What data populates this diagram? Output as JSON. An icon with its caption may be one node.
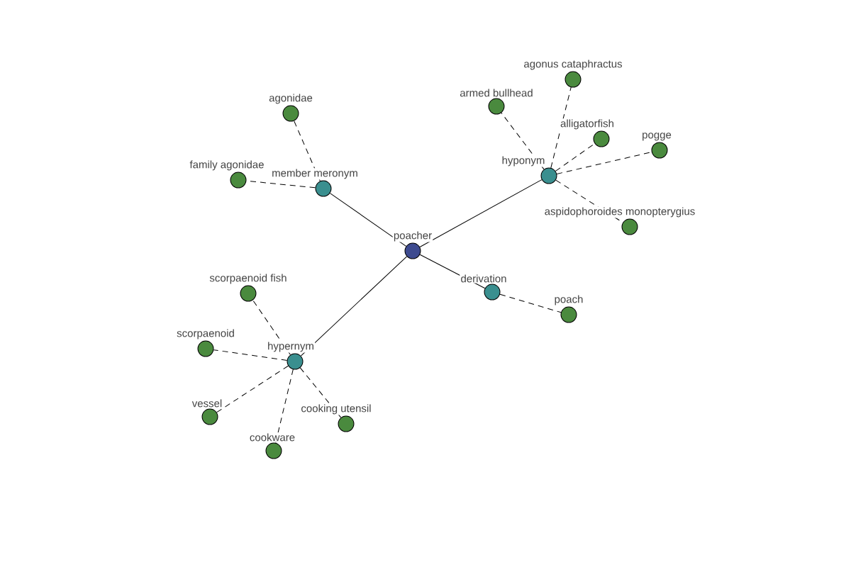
{
  "diagram": {
    "nodes": [
      {
        "text": [
          "poacher"
        ]
      },
      {
        "text": [
          "member meronym"
        ]
      },
      {
        "text": [
          "agonidae"
        ]
      },
      {
        "text": [
          "family agonidae"
        ]
      },
      {
        "text": [
          "hyponym"
        ]
      },
      {
        "text": [
          "agonus cataphractus"
        ]
      },
      {
        "text": [
          "armed bullhead"
        ]
      },
      {
        "text": [
          "alligatorfish"
        ]
      },
      {
        "text": [
          "pogge"
        ]
      },
      {
        "text": [
          "aspidophoroides monopterygius"
        ]
      },
      {
        "text": [
          "derivation"
        ]
      },
      {
        "text": [
          "poach"
        ]
      },
      {
        "text": [
          "hypernym"
        ]
      },
      {
        "text": [
          "scorpaenoid fish"
        ]
      },
      {
        "text": [
          "scorpaenoid"
        ]
      },
      {
        "text": [
          "vessel"
        ]
      },
      {
        "text": [
          "cookware"
        ]
      },
      {
        "text": [
          "cooking utensil"
        ]
      }
    ],
    "edges": [
      {
        "from": 0,
        "to": 1,
        "arrow": "none"
      },
      {
        "from": 1,
        "to": 2,
        "arrow": "none",
        "style": "dashed"
      },
      {
        "from": 1,
        "to": 3,
        "arrow": "none",
        "style": "dashed"
      },
      {
        "from": 0,
        "to": 4,
        "arrow": "none"
      },
      {
        "from": 4,
        "to": 5,
        "arrow": "none",
        "style": "dashed"
      },
      {
        "from": 4,
        "to": 6,
        "arrow": "none",
        "style": "dashed"
      },
      {
        "from": 4,
        "to": 7,
        "arrow": "none",
        "style": "dashed"
      },
      {
        "from": 4,
        "to": 8,
        "arrow": "none",
        "style": "dashed"
      },
      {
        "from": 4,
        "to": 9,
        "arrow": "none",
        "style": "dashed"
      },
      {
        "from": 0,
        "to": 10,
        "arrow": "none"
      },
      {
        "from": 10,
        "to": 11,
        "arrow": "none",
        "style": "dashed"
      },
      {
        "from": 0,
        "to": 12,
        "arrow": "none"
      },
      {
        "from": 12,
        "to": 13,
        "arrow": "none",
        "style": "dashed"
      },
      {
        "from": 12,
        "to": 14,
        "arrow": "none",
        "style": "dashed"
      },
      {
        "from": 12,
        "to": 15,
        "arrow": "none",
        "style": "dashed"
      },
      {
        "from": 12,
        "to": 16,
        "arrow": "none",
        "style": "dashed"
      },
      {
        "from": 12,
        "to": 17,
        "arrow": "none",
        "style": "dashed"
      }
    ]
  }
}
